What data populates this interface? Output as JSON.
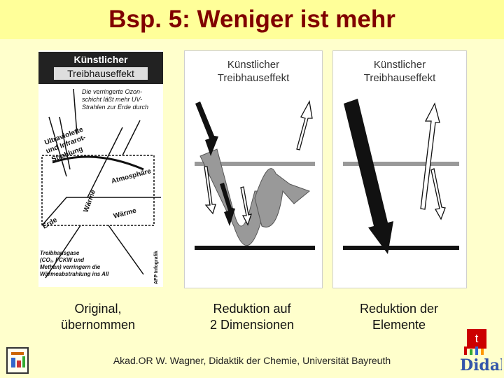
{
  "slide": {
    "title": "Bsp. 5: Weniger ist mehr",
    "footer": "Akad.OR W. Wagner, Didaktik der Chemie, Universität Bayreuth",
    "badge": "t",
    "logo_text": "Didaktik"
  },
  "original": {
    "title_line1": "Künstlicher",
    "title_line2": "Treibhauseffekt",
    "ozone_note": [
      "Die verringerte Ozon-",
      "schicht läßt mehr UV-",
      "Strahlen zur Erde durch"
    ],
    "uv_label": [
      "Ultraviolette",
      "und Infrarot-",
      "Strahlung"
    ],
    "atmosphere_label": "Atmosphäre",
    "heat_label": "Wärme",
    "earth_label": "Erde",
    "waerme_label": "Wärme",
    "gas_note": [
      "Treibhausgase",
      "(CO₂, FCKW und",
      "Methan) verringern die",
      "Wärmeabstrahlung ins All"
    ],
    "credit": "AFP Infografik"
  },
  "panels": [
    {
      "heading": "Künstlicher\nTreibhauseffekt",
      "caption": "Reduktion auf\n2 Dimensionen"
    },
    {
      "heading": "Künstlicher\nTreibhauseffekt",
      "caption": "Reduktion der\nElemente"
    }
  ],
  "original_caption": "Original,\nübernommen",
  "colors": {
    "title": "#800000",
    "background": "#ffffcc",
    "title_bar": "#ffff99",
    "badge": "#cc0000"
  }
}
